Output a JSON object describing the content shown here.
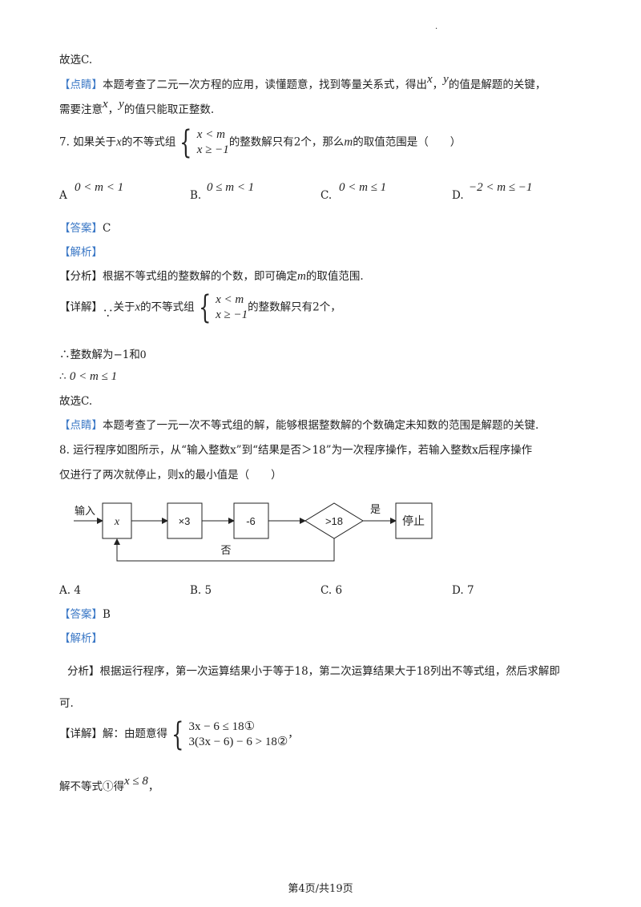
{
  "top_dot": ".",
  "l1": "故选C.",
  "l2": {
    "tag": "【点睛】",
    "a": "本题考查了二元一次方程的应用，读懂题意，找到等量关系式，得出",
    "x": "x",
    "s": "，",
    "y": "y",
    "b": "的值是解题的关键，"
  },
  "l3": {
    "a": "需要注意",
    "x": "x",
    "s": "，",
    "y": "y",
    "b": "的值只能取正整数."
  },
  "q7": {
    "stem_a": "7. 如果关于",
    "x": "x",
    "stem_b": "的不等式组",
    "row1": "x < m",
    "row2": "x ≥ −1",
    "stem_c": "的整数解只有2个，那么",
    "m": "m",
    "stem_d": "的取值范围是（　　）",
    "options": [
      {
        "label": "A",
        "value": "0 < m < 1"
      },
      {
        "label": "B.",
        "value": "0 ≤ m < 1"
      },
      {
        "label": "C.",
        "value": "0 < m ≤ 1"
      },
      {
        "label": "D.",
        "value": "−2 < m ≤ −1"
      }
    ],
    "answer_tag": "【答案】",
    "answer": "C",
    "analysis_tag": "【解析】",
    "fenxi_tag": "【分析】",
    "fenxi_a": "根据不等式组的整数解的个数，即可确定",
    "fenxi_m": "m",
    "fenxi_b": "的取值范围.",
    "detail_tag": "【详解】",
    "because": "∵",
    "detail_a": "关于",
    "detail_x": "x",
    "detail_b": "的不等式组",
    "detail_c": "的整数解只有2个，",
    "s1_therefore": "∴",
    "s1_text": "整数解为−1和",
    "s1_zero": "0",
    "s2_therefore": "∴",
    "s2_math": "0 < m ≤ 1",
    "conclusion": "故选C.",
    "dianjing_tag": "【点睛】",
    "dianjing": "本题考查了一元一次不等式组的解，能够根据整数解的个数确定未知数的范围是解题的关键."
  },
  "q8": {
    "stem1": "8. 运行程序如图所示，从“输入整数x”到“结果是否＞18”为一次程序操作，若输入整数x后程序操作",
    "stem2": "仅进行了两次就停止，则x的最小值是（　　）",
    "flow": {
      "input": "输入",
      "box1": "x",
      "box2": "×3",
      "box3": "-6",
      "diamond": ">18",
      "yes": "是",
      "stop": "停止",
      "no": "否"
    },
    "options": [
      {
        "label": "A.",
        "value": "4"
      },
      {
        "label": "B.",
        "value": "5"
      },
      {
        "label": "C.",
        "value": "6"
      },
      {
        "label": "D.",
        "value": "7"
      }
    ],
    "answer_tag": "【答案】",
    "answer": "B",
    "analysis_tag": "【解析】",
    "fenxi": "分析】根据运行程序，第一次运算结果小于等于18，第二次运算结果大于18列出不等式组，然后求解即",
    "fenxi2": "可.",
    "detail_tag": "【详解】",
    "detail_a": "解：由题意得",
    "row1": "3x − 6 ≤ 18①",
    "row2": "3(3x − 6) − 6 > 18②",
    "detail_end": "，",
    "solve_a": "解不等式①得",
    "solve_math": "x ≤ 8",
    "solve_end": "，"
  },
  "footer": "第4页/共19页"
}
